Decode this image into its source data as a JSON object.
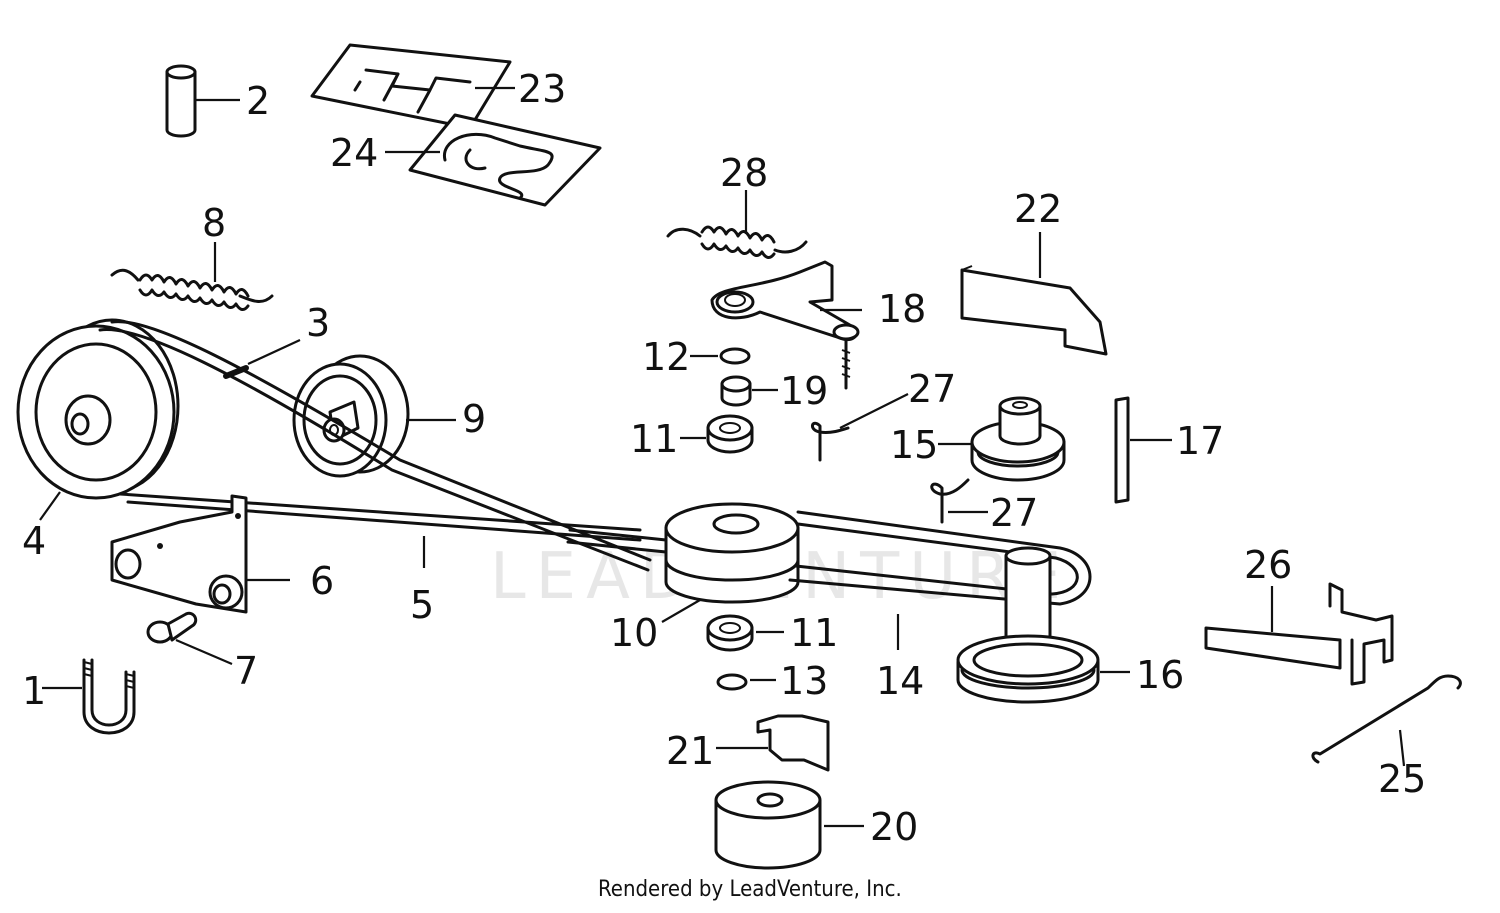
{
  "watermark": "LEADVENTURE",
  "footer": "Rendered by LeadVenture, Inc.",
  "callouts": {
    "c1": "1",
    "c2": "2",
    "c3": "3",
    "c4": "4",
    "c5": "5",
    "c6": "6",
    "c7": "7",
    "c8": "8",
    "c9": "9",
    "c10": "10",
    "c11a": "11",
    "c11b": "11",
    "c12": "12",
    "c13": "13",
    "c14": "14",
    "c15": "15",
    "c16": "16",
    "c17": "17",
    "c18": "18",
    "c19": "19",
    "c20": "20",
    "c21": "21",
    "c22": "22",
    "c23": "23",
    "c24": "24",
    "c25": "25",
    "c26": "26",
    "c27a": "27",
    "c27b": "27",
    "c28": "28"
  }
}
